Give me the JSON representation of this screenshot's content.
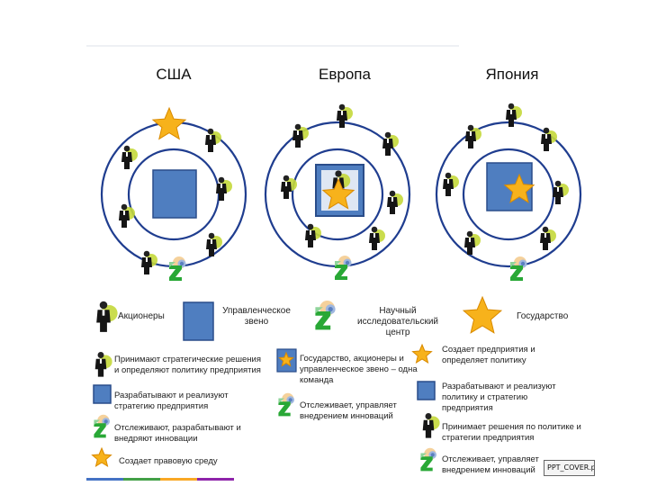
{
  "titles": {
    "usa": "США",
    "europe": "Европа",
    "japan": "Япония"
  },
  "legend": {
    "shareholders": "Акционеры",
    "management": "Управленческое звено",
    "research": "Научный исследовательский центр",
    "state": "Государство"
  },
  "descriptions": {
    "usa": [
      "Принимают стратегические решения и определяют политику предприятия",
      "Разрабатывают и реализуют стратегию предприятия",
      "Отслеживают, разрабатывают и внедряют инновации",
      "Создает правовую среду"
    ],
    "europe": [
      "Государство, акционеры и управленческое звено – одна команда",
      "Отслеживает, управляет внедрением инноваций"
    ],
    "japan": [
      "Создает предприятия и определяет политику",
      "Разрабатывают и реализуют политику и стратегию предприятия",
      "Принимает решения по политике и стратегии предприятия",
      "Отслеживает, управляет внедрением инноваций"
    ]
  },
  "file_tag": "PPT_COVER.pp",
  "colors": {
    "ring": "#1f3d8f",
    "square": "#4f7ec0",
    "square_border": "#2a4d8a",
    "star": "#f7b21b",
    "star_border": "#d98a00",
    "person": "#151515",
    "person_head": "#222222",
    "halo": "#c4d83a",
    "z_green": "#29a836",
    "bottom_bar": [
      "#4472c4",
      "#43a047",
      "#f9a825",
      "#8e24aa"
    ]
  },
  "icons": [
    "person-icon",
    "star-icon",
    "square-icon",
    "innovation-z-icon"
  ]
}
